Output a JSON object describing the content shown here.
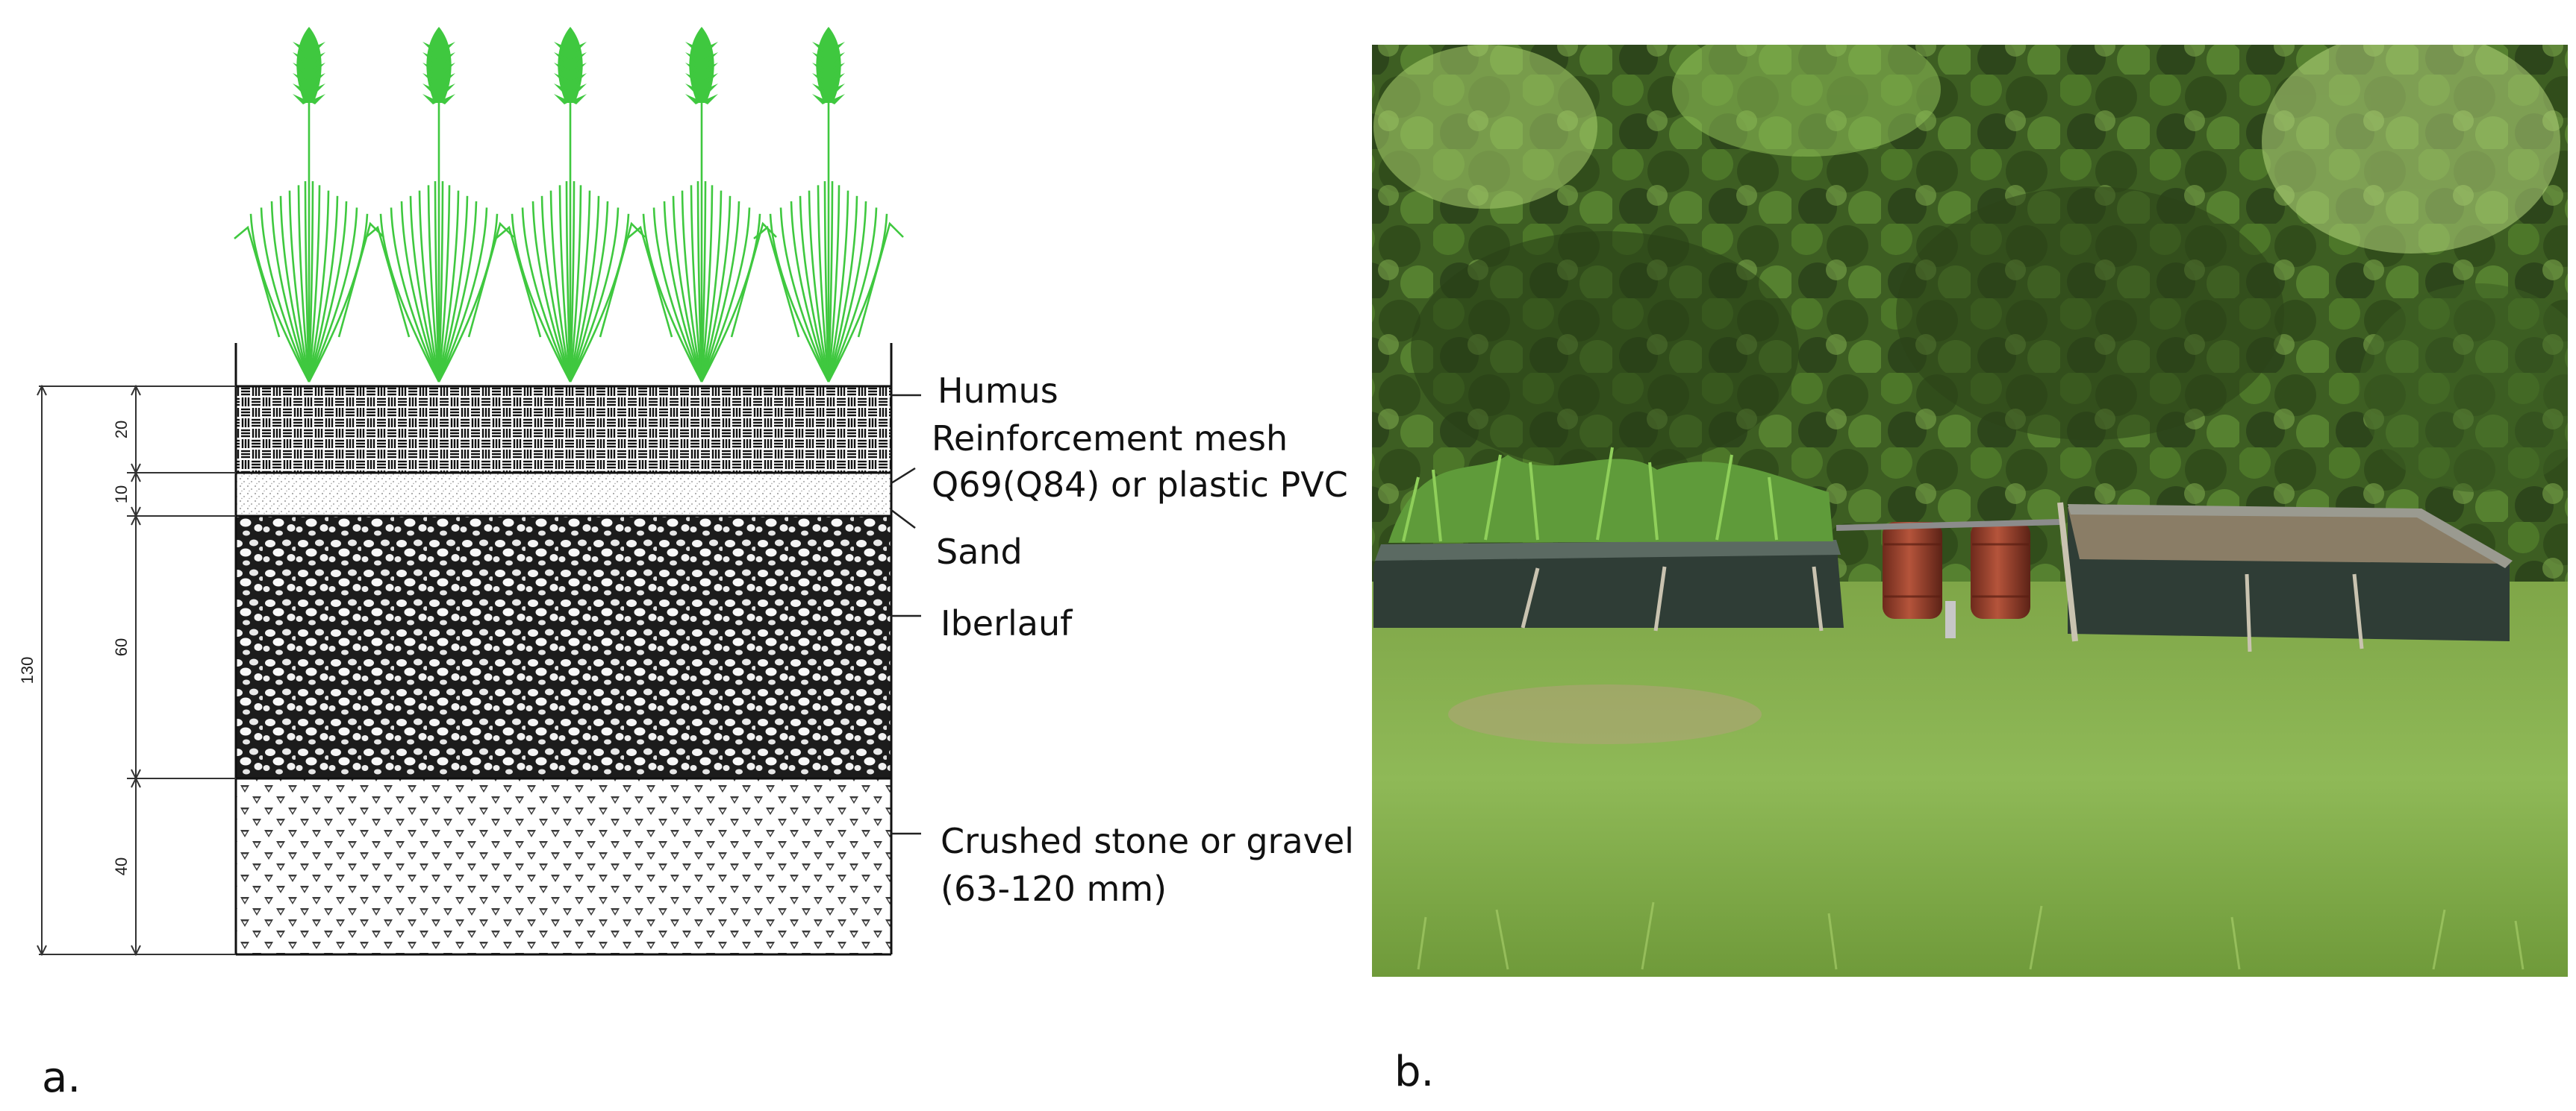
{
  "panel_a": {
    "label": "a.",
    "layers": [
      {
        "name": "Humus",
        "thickness": 20,
        "thickness_label": "20"
      },
      {
        "name": "Sand",
        "thickness": 10,
        "thickness_label": "10"
      },
      {
        "name": "Iberlauf",
        "thickness": 60,
        "thickness_label": "60"
      },
      {
        "name": "Crushed stone or gravel",
        "thickness": 40,
        "thickness_label": "40"
      }
    ],
    "total_label": "130",
    "labels": {
      "humus": "Humus",
      "mesh_line1": "Reinforcement mesh",
      "mesh_line2": "Q69(Q84) or plastic PVC",
      "sand": "Sand",
      "iberlauf": "Iberlauf",
      "gravel_line1": "Crushed stone or gravel",
      "gravel_line2": "(63-120 mm)"
    },
    "plant_color": "#3fc83f"
  },
  "panel_b": {
    "label": "b."
  }
}
